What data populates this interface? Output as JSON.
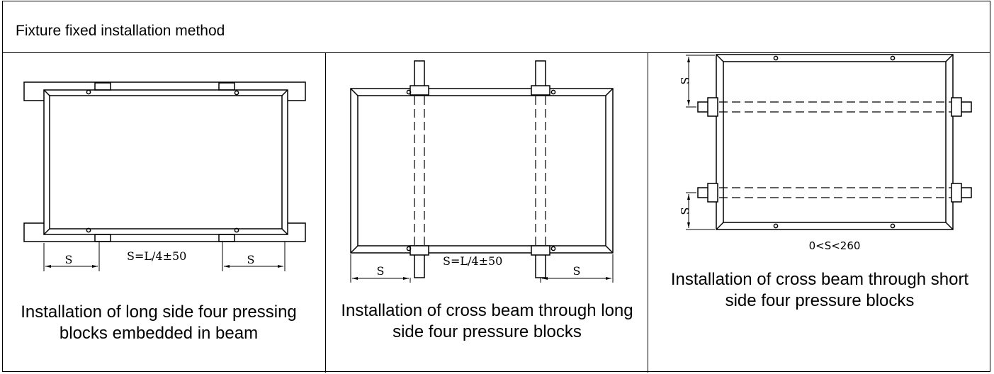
{
  "header": {
    "title": "Fixture fixed installation method"
  },
  "panels": [
    {
      "dim_label": "S=L/4±50",
      "s_label": "S",
      "caption": "Installation of long side four pressing blocks embedded in beam"
    },
    {
      "dim_label": "S=L/4±50",
      "s_label": "S",
      "caption": "Installation of cross beam through long side four pressure blocks"
    },
    {
      "dim_label": "0<S<260",
      "s_label": "S",
      "caption": "Installation of cross beam through short side four pressure blocks"
    }
  ]
}
